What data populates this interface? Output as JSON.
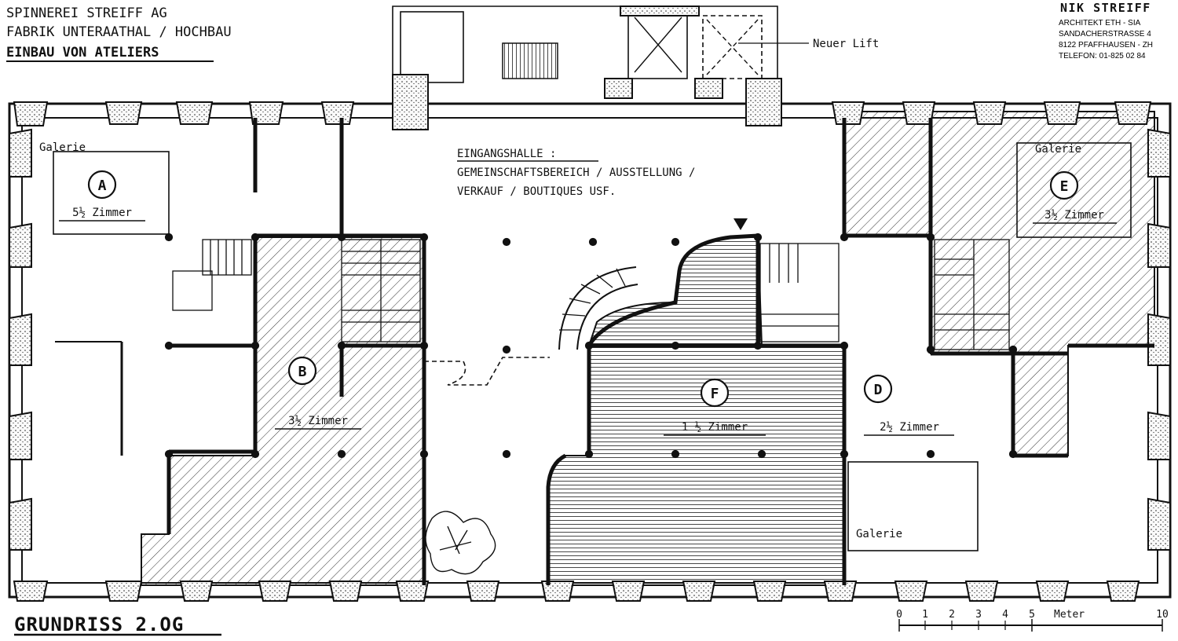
{
  "header": {
    "project_line1": "SPINNEREI STREIFF AG",
    "project_line2": "FABRIK UNTERAATHAL / HOCHBAU",
    "project_line3": "EINBAU VON ATELIERS"
  },
  "architect": {
    "name": "NIK STREIFF",
    "title": "ARCHITEKT   ETH - SIA",
    "street": "SANDACHERSTRASSE 4",
    "city": "8122 PFAFFHAUSEN - ZH",
    "phone": "TELEFON:  01-825 02 84"
  },
  "labels": {
    "new_lift": "Neuer Lift",
    "hall_title": "EINGANGSHALLE :",
    "hall_line2": "GEMEINSCHAFTSBEREICH / AUSSTELLUNG /",
    "hall_line3": "VERKAUF / BOUTIQUES USF.",
    "galerie_a": "Galerie",
    "galerie_e": "Galerie",
    "galerie_d": "Galerie"
  },
  "units": [
    {
      "id": "A",
      "rooms": "5½ Zimmer"
    },
    {
      "id": "B",
      "rooms": "3½ Zimmer"
    },
    {
      "id": "F",
      "rooms": "1 ½ Zimmer"
    },
    {
      "id": "D",
      "rooms": "2½ Zimmer"
    },
    {
      "id": "E",
      "rooms": "3½ Zimmer"
    }
  ],
  "footer": {
    "plan_title": "GRUNDRISS  2.OG",
    "scale_ticks": [
      "0",
      "1",
      "2",
      "3",
      "4",
      "5"
    ],
    "scale_unit": "Meter",
    "scale_end": "10"
  }
}
